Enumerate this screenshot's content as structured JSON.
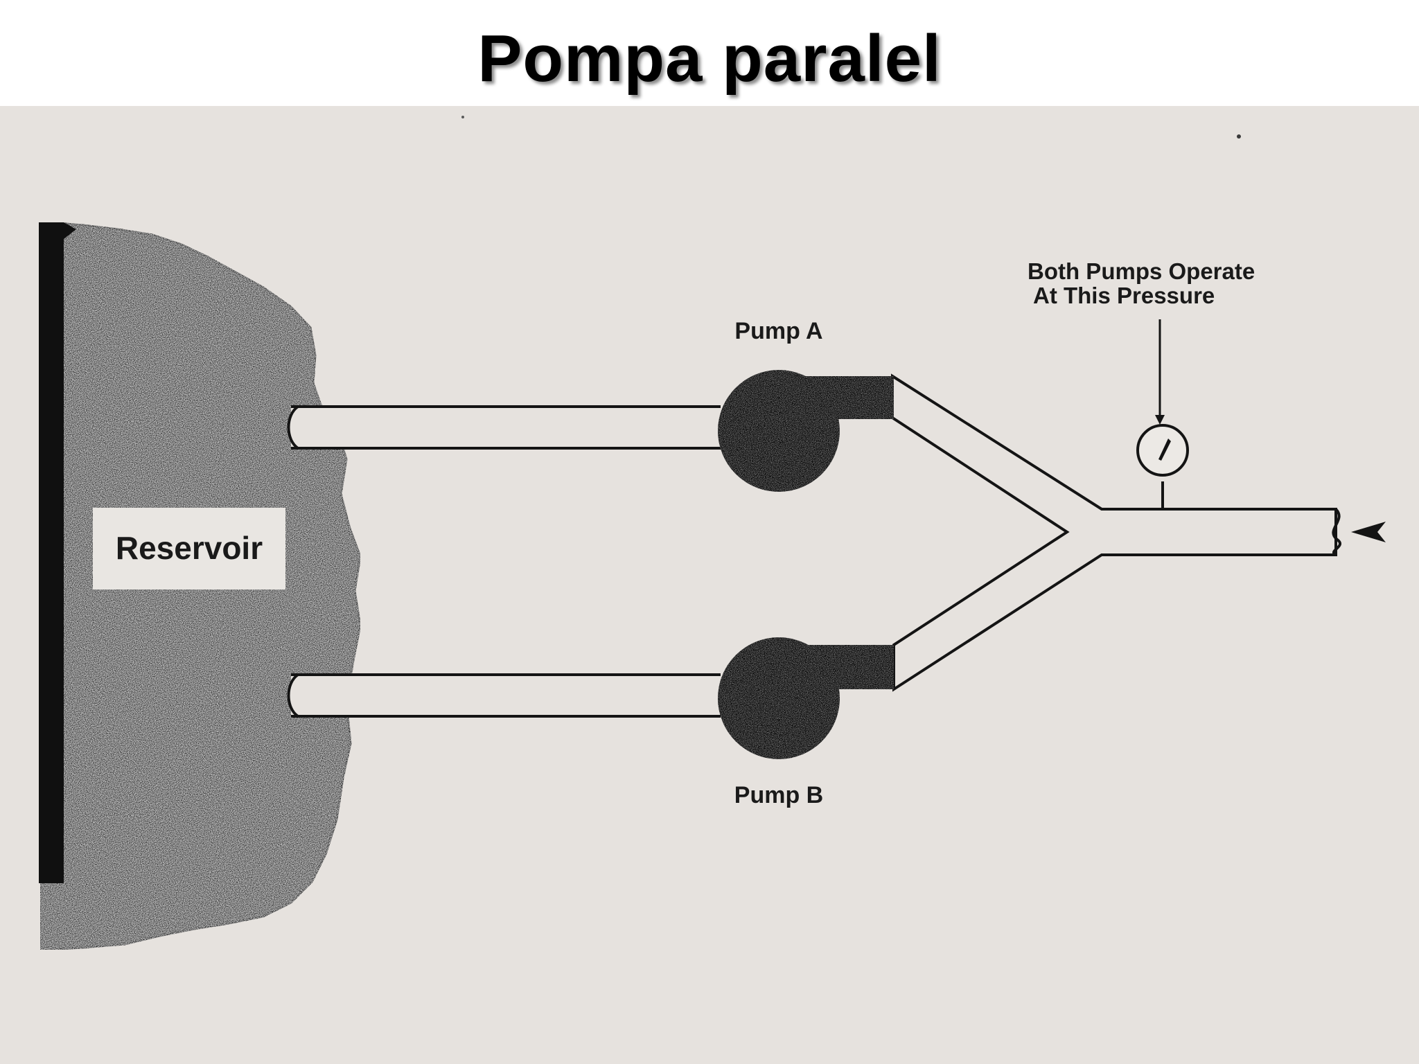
{
  "slide": {
    "title": "Pompa paralel"
  },
  "diagram": {
    "reservoir_label": "Reservoir",
    "pump_a_label": "Pump A",
    "pump_b_label": "Pump B",
    "gauge_note_line1": "Both Pumps Operate",
    "gauge_note_line2": "At This Pressure"
  },
  "icons": {
    "gauge": "pressure-gauge-icon",
    "flow_arrow": "flow-direction-arrow-icon"
  },
  "colors": {
    "paper": "#e6e2de",
    "ink": "#141414",
    "reservoir_fill": "#3a3a3a"
  }
}
